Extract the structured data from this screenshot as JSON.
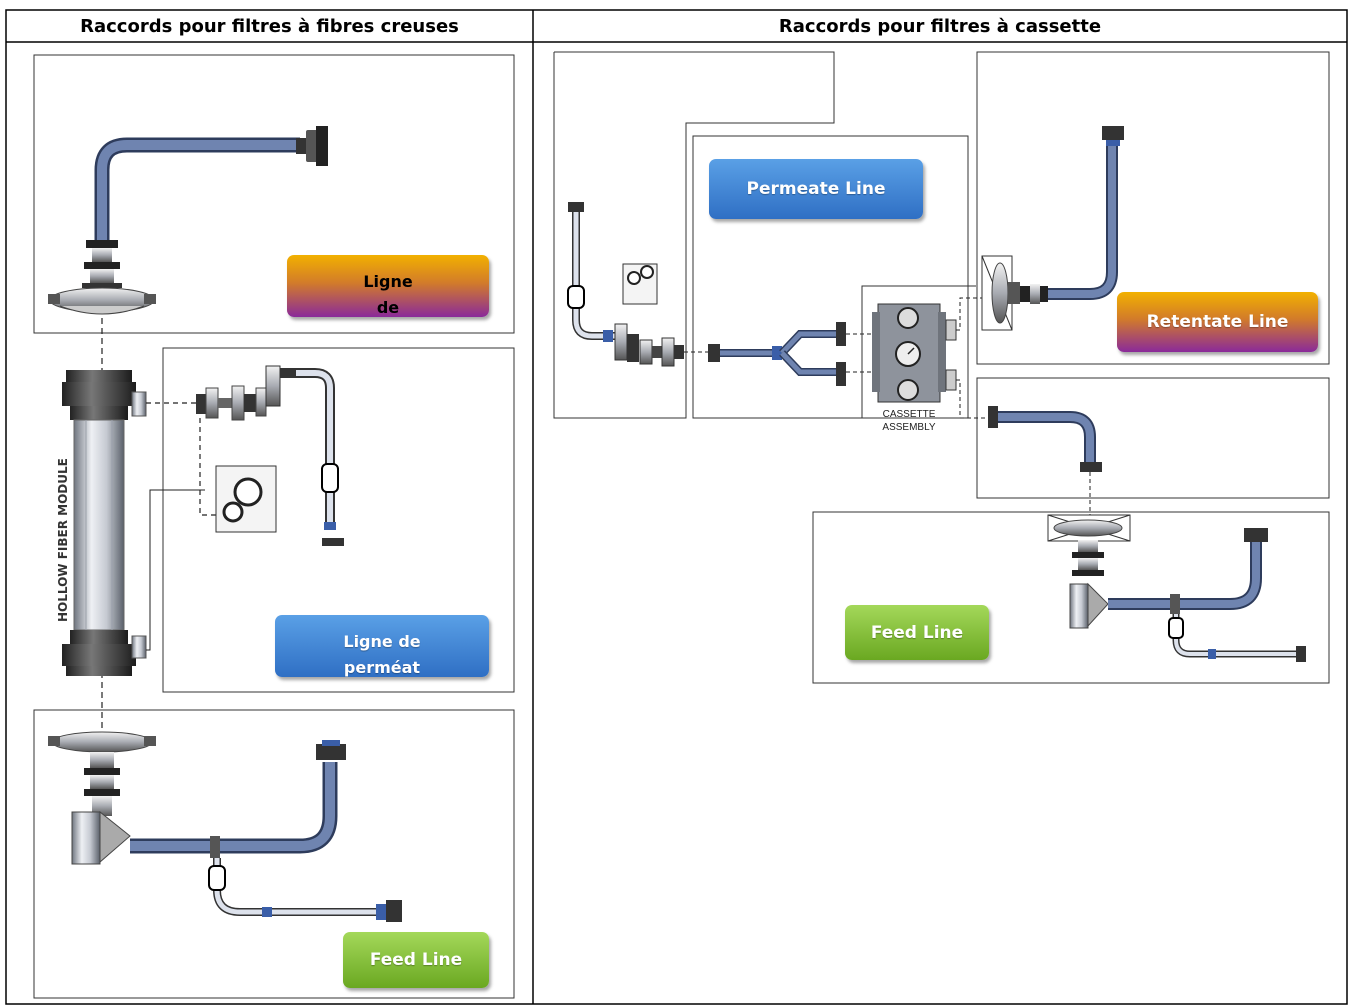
{
  "headers": {
    "left": "Raccords pour filtres à fibres creuses",
    "right": "Raccords pour filtres à cassette"
  },
  "left_panel": {
    "module_label": "HOLLOW FIBER MODULE",
    "retentate_tag": "Ligne de rétentat",
    "permeate_tag": "Ligne de perméat",
    "feed_tag": "Feed Line"
  },
  "right_panel": {
    "permeate_tag": "Permeate Line",
    "retentate_tag": "Retentate Line",
    "feed_tag": "Feed Line",
    "cassette_label_1": "CASSETTE",
    "cassette_label_2": "ASSEMBLY"
  },
  "colors": {
    "pipe": "#4f6590",
    "blue_tag": "#3a7bd5",
    "purple_tag": "#8a2a9a",
    "orange_tag": "#f2b100",
    "green_tag": "#8cc63f"
  }
}
